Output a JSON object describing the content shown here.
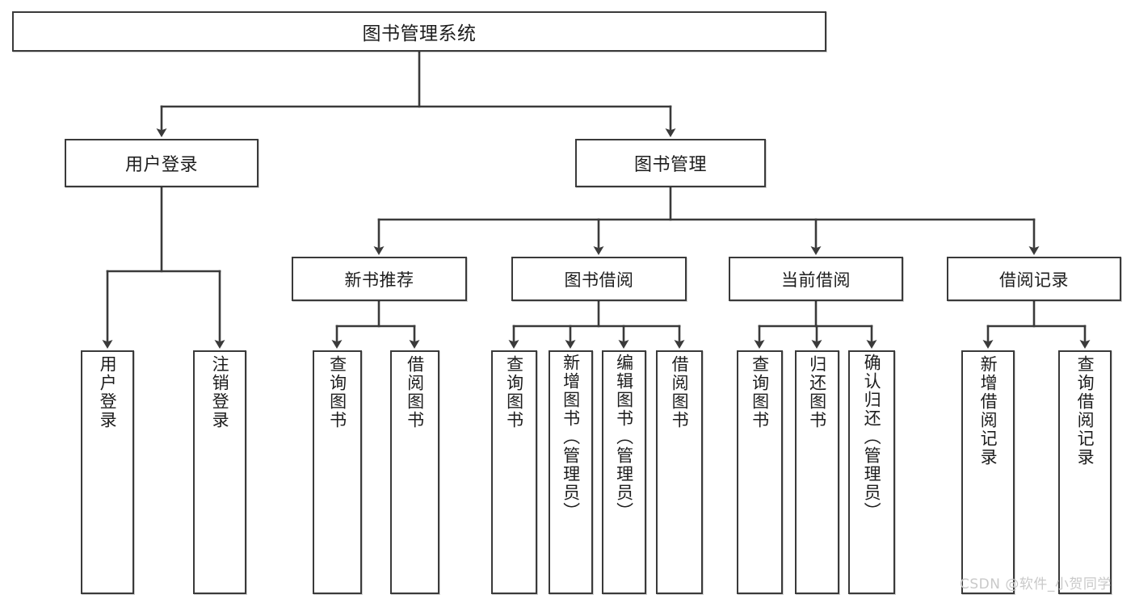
{
  "diagram": {
    "type": "tree-hierarchy-flowchart",
    "root": {
      "label": "图书管理系统"
    },
    "level1": [
      {
        "label": "用户登录"
      },
      {
        "label": "图书管理"
      }
    ],
    "level2": [
      {
        "label": "新书推荐"
      },
      {
        "label": "图书借阅"
      },
      {
        "label": "当前借阅"
      },
      {
        "label": "借阅记录"
      }
    ],
    "leaves": [
      {
        "label": "用户登录"
      },
      {
        "label": "注销登录"
      },
      {
        "label": "查询图书"
      },
      {
        "label": "借阅图书"
      },
      {
        "label": "查询图书"
      },
      {
        "label": "新增图书（管理员）"
      },
      {
        "label": "编辑图书（管理员）"
      },
      {
        "label": "借阅图书"
      },
      {
        "label": "查询图书"
      },
      {
        "label": "归还图书"
      },
      {
        "label": "确认归还（管理员）"
      },
      {
        "label": "新增借阅记录"
      },
      {
        "label": "查询借阅记录"
      }
    ]
  },
  "watermark": {
    "text": "CSDN @软件_小贺同学"
  },
  "colors": {
    "border": "#3a3a3a",
    "background": "#ffffff",
    "text": "#1d1d1d",
    "watermark": "#c9c9c9"
  }
}
